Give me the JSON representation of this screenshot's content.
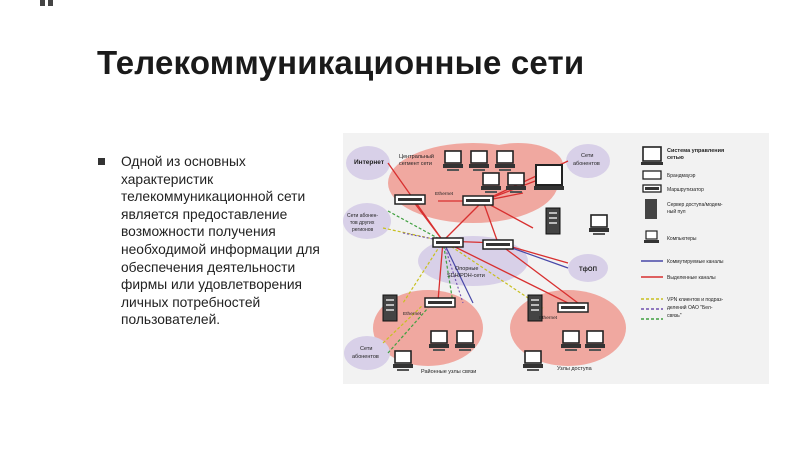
{
  "slide": {
    "title": "Телекоммуникационные сети",
    "bullet": "Одной из основных характеристик телекоммуникационной сети является предоставление возможности получения необходимой информации для обеспечения деятельности фирмы или удовлетворения личных потребностей пользователей."
  },
  "figure": {
    "clouds": {
      "internet": "Интернет",
      "central_1": "Центральный",
      "central_2": "сегмент сети",
      "subscribers_tr_1": "Сети",
      "subscribers_tr_2": "абонентов",
      "other_regions_1": "Сети абонен-",
      "other_regions_2": "тов других",
      "other_regions_3": "регионов",
      "backbone_1": "Опорные",
      "backbone_2": "SDH/PDH-сети",
      "tfop": "ТфОП",
      "subscribers_bl_1": "Сети",
      "subscribers_bl_2": "абонентов"
    },
    "ethernet_labels": [
      "Ethernet",
      "Ethernet",
      "Ethernet"
    ],
    "captions": {
      "regional_nodes": "Районные узлы связи",
      "access_nodes": "Узлы доступа"
    },
    "legend": {
      "title_1": "Система управления",
      "title_2": "сетью",
      "items": [
        "Брандмауэр",
        "Маршрутизатор",
        "Сервер доступа/модем-",
        "ный пул",
        "Компьютеры",
        "Коммутируемые каналы",
        "Выделенные каналы",
        "VPN клиентов и подраз-",
        "делений ОАО \"Бел-",
        "связь\""
      ]
    },
    "colors": {
      "cloud_pink": "#f0a8a0",
      "cloud_lavender": "#d8d0e8",
      "dedicated_channel": "#d83030",
      "switched_channel": "#4848a8",
      "vpn_yellow": "#c8c020",
      "vpn_purple": "#7050b0",
      "vpn_green": "#40a040"
    }
  }
}
